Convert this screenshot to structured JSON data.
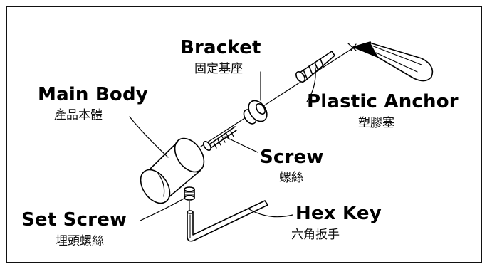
{
  "parts": {
    "bracket": {
      "name": "Bracket",
      "chinese": "固定基座"
    },
    "main_body": {
      "name": "Main Body",
      "chinese": "產品本體"
    },
    "plastic_anchor": {
      "name": "Plastic Anchor",
      "chinese": "塑膠塞"
    },
    "screw": {
      "name": "Screw",
      "chinese": "螺絲"
    },
    "set_screw": {
      "name": "Set Screw",
      "chinese": "埋頭螺絲"
    },
    "hex_key": {
      "name": "Hex Key",
      "chinese": "六角扳手"
    }
  }
}
